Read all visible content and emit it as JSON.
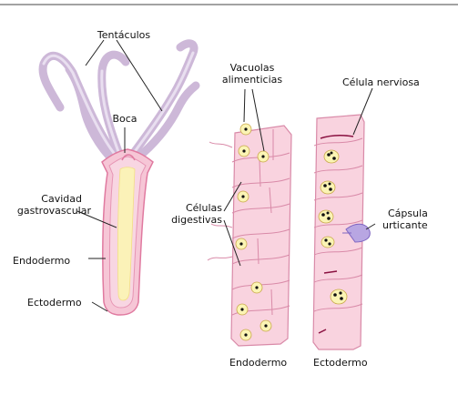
{
  "labels": {
    "tentacles": "Tentáculos",
    "mouth": "Boca",
    "cavity_line1": "Cavidad",
    "cavity_line2": "gastrovascular",
    "endoderm_left": "Endodermo",
    "ectoderm_left": "Ectodermo",
    "vacuoles_line1": "Vacuolas",
    "vacuoles_line2": "alimenticias",
    "nerve_cell": "Célula nerviosa",
    "digestive_line1": "Células",
    "digestive_line2": "digestivas",
    "capsule_line1": "Cápsula",
    "capsule_line2": "urticante",
    "endoderm_bottom": "Endodermo",
    "ectoderm_bottom": "Ectodermo"
  },
  "colors": {
    "tentacle": "#cdb8d8",
    "body_pink": "#f6c6d6",
    "body_outline": "#e07aa0",
    "cavity_yellow": "#fbf2b8",
    "cell_pink": "#f9d3df",
    "cell_line": "#d98aa8",
    "nucleus": "#fbf4b4",
    "nematocyst_purple": "#b8a6e2",
    "leader_line": "#222222"
  }
}
